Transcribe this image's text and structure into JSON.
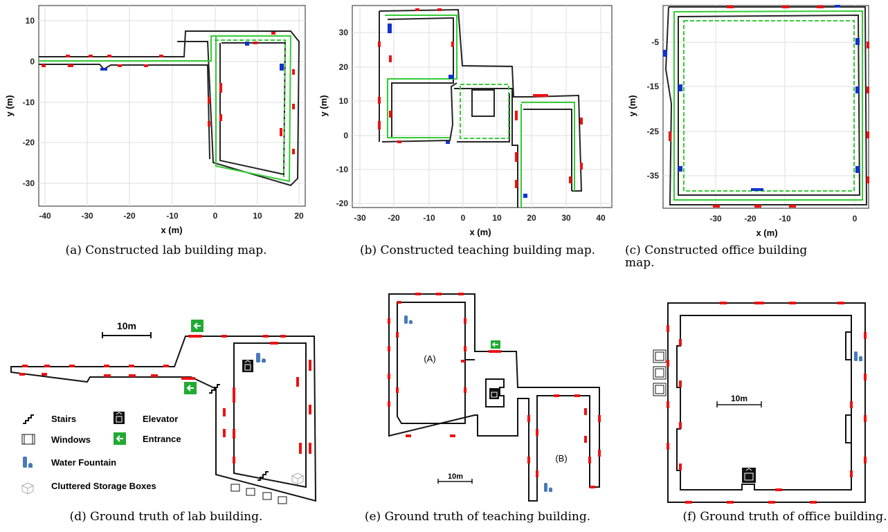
{
  "panels": {
    "a": {
      "caption": "(a) Constructed lab building map.",
      "xlabel": "x (m)",
      "ylabel": "y (m)",
      "x_ticks": [
        "-40",
        "-30",
        "-20",
        "-10",
        "0",
        "10",
        "20"
      ],
      "y_ticks": [
        "10",
        "0",
        "-10",
        "-20",
        "-30"
      ]
    },
    "b": {
      "caption": "(b) Constructed teaching building map.",
      "xlabel": "x (m)",
      "ylabel": "y (m)",
      "x_ticks": [
        "-30",
        "-20",
        "-10",
        "0",
        "10",
        "20",
        "30",
        "40"
      ],
      "y_ticks": [
        "30",
        "20",
        "10",
        "0",
        "-10",
        "-20"
      ]
    },
    "c": {
      "caption_line1": "(c) Constructed office building",
      "caption_line2": "map.",
      "xlabel": "x (m)",
      "ylabel": "y (m)",
      "x_ticks": [
        "-30",
        "-20",
        "-10",
        "0"
      ],
      "y_ticks": [
        "-5",
        "-15",
        "-25",
        "-35"
      ]
    },
    "d": {
      "caption": "(d) Ground truth of lab building.",
      "scale": "10m",
      "legend": {
        "stairs": "Stairs",
        "elevator": "Elevator",
        "windows": "Windows",
        "entrance": "Entrance",
        "water": "Water  Fountain",
        "boxes": "Cluttered Storage Boxes"
      }
    },
    "e": {
      "caption": "(e) Ground truth of teaching building.",
      "scale": "10m",
      "label_a": "(A)",
      "label_b": "(B)"
    },
    "f": {
      "caption": "(f) Ground truth of office building.",
      "scale": "10m"
    }
  },
  "colors": {
    "trajectory": "#33cc33",
    "wall": "#222222",
    "door": "#ee1111",
    "extra": "#1133cc",
    "entrance": "#22aa33"
  }
}
